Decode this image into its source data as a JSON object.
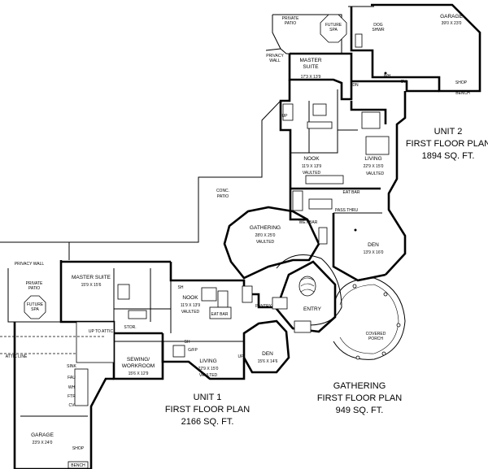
{
  "labels": {
    "garage_u2": "GARAGE",
    "garage_u2_dim": "39'0 X 23'0",
    "private_patio_top": "PRIVATE\nPATIO",
    "future_spa_top": "FUTURE\nSPA",
    "dog_shwr": "DOG\nSHWR",
    "privacy_wall_top": "PRIVACY\nWALL",
    "master_suite_u2": "MASTER\nSUITE",
    "master_suite_u2_dim": "17'3 X 13'9",
    "dn": "DN",
    "wh": "WH",
    "cv": "CV",
    "shop_top": "SHOP",
    "bench_top": "BENCH",
    "unit2_title": "UNIT 2",
    "unit2_sub": "FIRST FLOOR PLAN",
    "unit2_area": "1894 SQ. FT.",
    "nook_u2": "NOOK",
    "nook_u2_dim": "11'9 X 13'9",
    "vaulted": "VAULTED",
    "living_u2": "LIVING",
    "living_u2_dim": "22'9 X 15'0",
    "eat_bar": "EAT BAR",
    "conc_patio": "CONC.\nPATIO",
    "gathering": "GATHERING",
    "gathering_dim": "28'0 X 25'0",
    "wet_bar": "WET BAR",
    "pass_thru": "PASS THRU",
    "den_u2": "DEN",
    "den_u2_dim": "13'9 X 16'0",
    "privacy_wall_left": "PRIVACY WALL",
    "master_suite_u1": "MASTER SUITE",
    "master_suite_u1_dim": "15'9 X 15'6",
    "private_patio_left": "PRIVATE\nPATIO",
    "future_spa_left": "FUTURE\nSPA",
    "nook_u1": "NOOK",
    "nook_u1_dim": "11'9 X 13'9",
    "entry": "ENTRY",
    "pantry": "PANTRY",
    "covered_porch": "COVERED\nPORCH",
    "up_to_attic": "UP TO ATTIC",
    "attic_line": "ATTIC LINE",
    "sewing": "SEWING/\nWORKROOM",
    "sewing_dim": "15'6 X 12'9",
    "living_u1": "LIVING",
    "living_u1_dim": "22'9 X 15'0",
    "den_u1": "DEN",
    "den_u1_dim": "15'6 X 14'6",
    "sink": "SINK",
    "fau": "FAU",
    "wh_left": "WH",
    "ftr": "FTR",
    "cv_left": "CV",
    "unit1_title": "UNIT 1",
    "unit1_sub": "FIRST FLOOR PLAN",
    "unit1_area": "2166 SQ. FT.",
    "gath_title": "GATHERING",
    "gath_sub": "FIRST FLOOR PLAN",
    "gath_area": "949 SQ. FT.",
    "garage_u1": "GARAGE",
    "garage_u1_dim": "23'9 X 24'0",
    "shop_bottom": "SHOP",
    "bench_bottom": "BENCH",
    "up": "UP",
    "sh": "SH",
    "stor": "STOR.",
    "gfp": "G/FP"
  }
}
